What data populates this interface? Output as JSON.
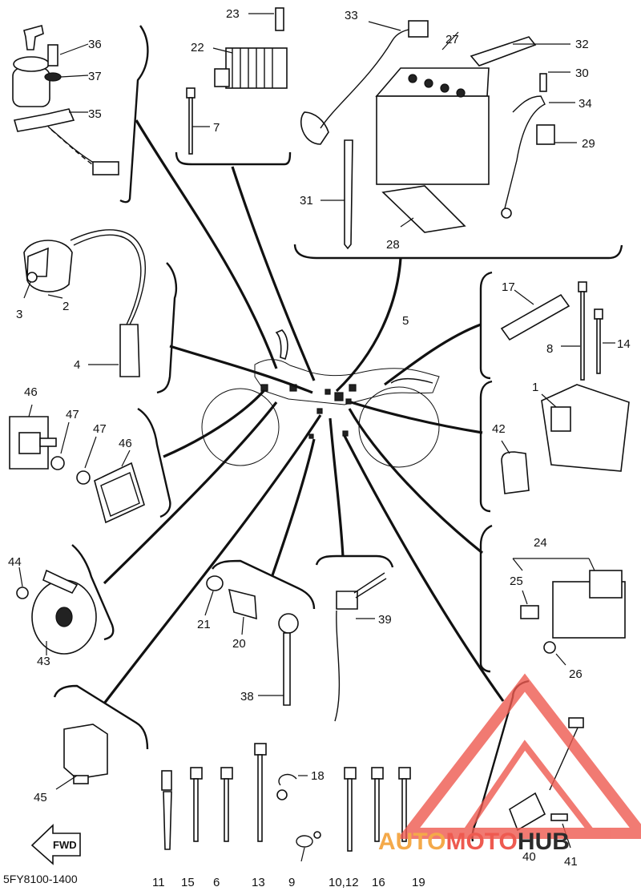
{
  "drawing_code": "5FY8100-1400",
  "fwd_arrow_label": "FWD",
  "watermark": {
    "part1": "AUTO",
    "part2": "MOTO",
    "part3": "HUB",
    "color_red": "#ee5a50",
    "color_orange": "#f4a94a",
    "color_dark": "#2b2b2b"
  },
  "callouts": {
    "c1": "1",
    "c2": "2",
    "c3": "3",
    "c4": "4",
    "c5": "5",
    "c6": "6",
    "c7": "7",
    "c8": "8",
    "c9": "9",
    "c10_12": "10,12",
    "c11": "11",
    "c13": "13",
    "c14": "14",
    "c15": "15",
    "c16": "16",
    "c17": "17",
    "c18": "18",
    "c19": "19",
    "c20": "20",
    "c21": "21",
    "c22": "22",
    "c23": "23",
    "c24": "24",
    "c25": "25",
    "c26": "26",
    "c27": "27",
    "c28": "28",
    "c29": "29",
    "c30": "30",
    "c31": "31",
    "c32": "32",
    "c33": "33",
    "c34": "34",
    "c35": "35",
    "c36": "36",
    "c37": "37",
    "c38": "38",
    "c39": "39",
    "c40": "40",
    "c41": "41",
    "c42": "42",
    "c43": "43",
    "c44": "44",
    "c45": "45",
    "c46a": "46",
    "c46b": "46",
    "c47a": "47",
    "c47b": "47"
  }
}
